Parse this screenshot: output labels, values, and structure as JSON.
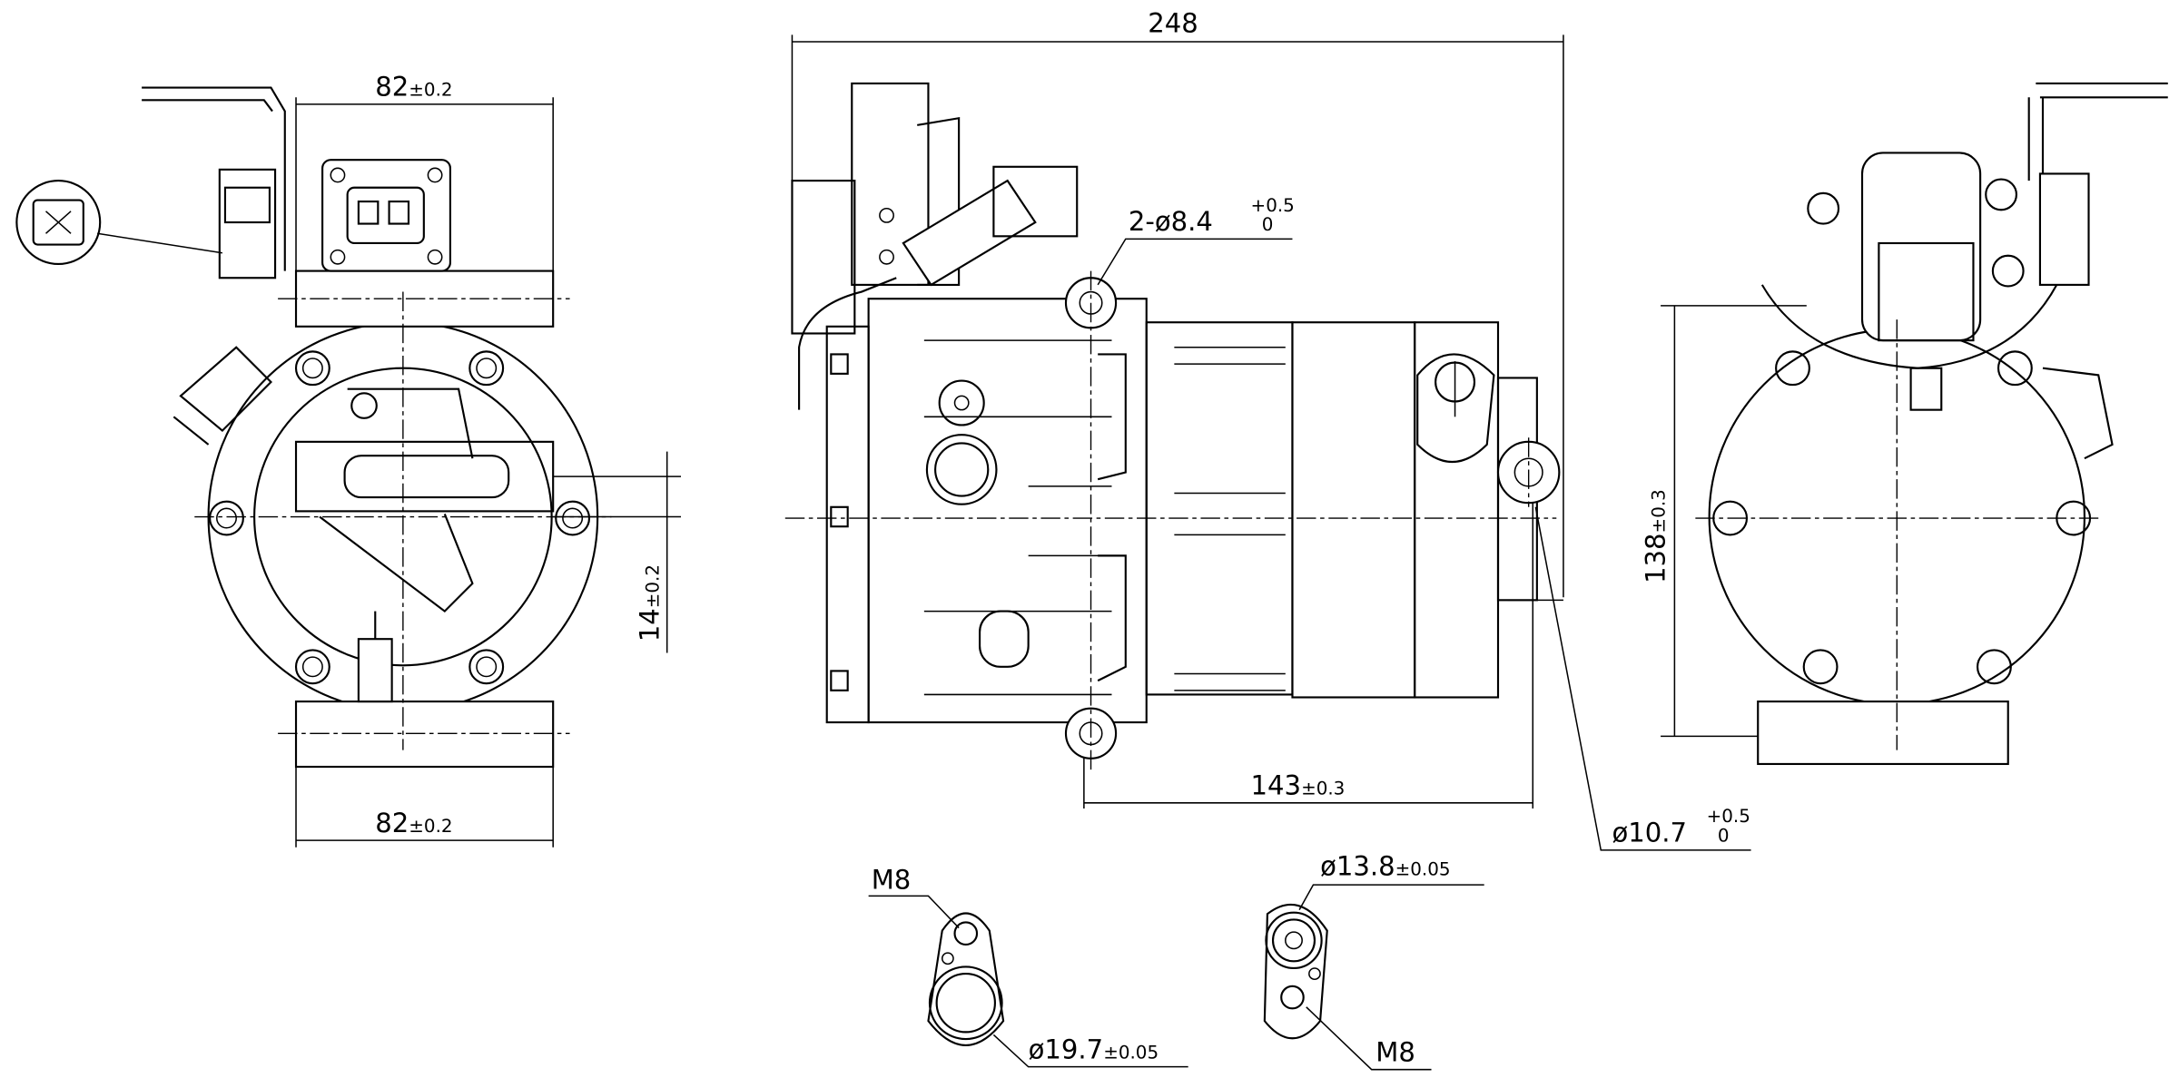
{
  "drawing": {
    "colors": {
      "line": "#000000",
      "background": "#ffffff"
    },
    "front_view": {
      "dim_top": {
        "value": "82",
        "tol": "±0.2"
      },
      "dim_bottom": {
        "value": "82",
        "tol": "±0.2"
      },
      "dim_height": {
        "value": "14",
        "tol": "±0.2"
      }
    },
    "side_view": {
      "dim_length": "248",
      "dim_mount": {
        "value": "143",
        "tol": "±0.3"
      },
      "mount_holes": {
        "value": "2-ø8.4",
        "tol_upper": "+0.5",
        "tol_lower": "0"
      },
      "right_hole": {
        "value": "ø10.7",
        "tol_upper": "+0.5",
        "tol_lower": "0"
      }
    },
    "rear_view": {
      "dim_height": {
        "value": "138",
        "tol": "±0.3"
      }
    },
    "fitting_suction": {
      "thread": "M8",
      "bore": {
        "value": "ø19.7",
        "tol": "±0.05"
      }
    },
    "fitting_discharge": {
      "thread": "M8",
      "bore": {
        "value": "ø13.8",
        "tol": "±0.05"
      }
    }
  }
}
